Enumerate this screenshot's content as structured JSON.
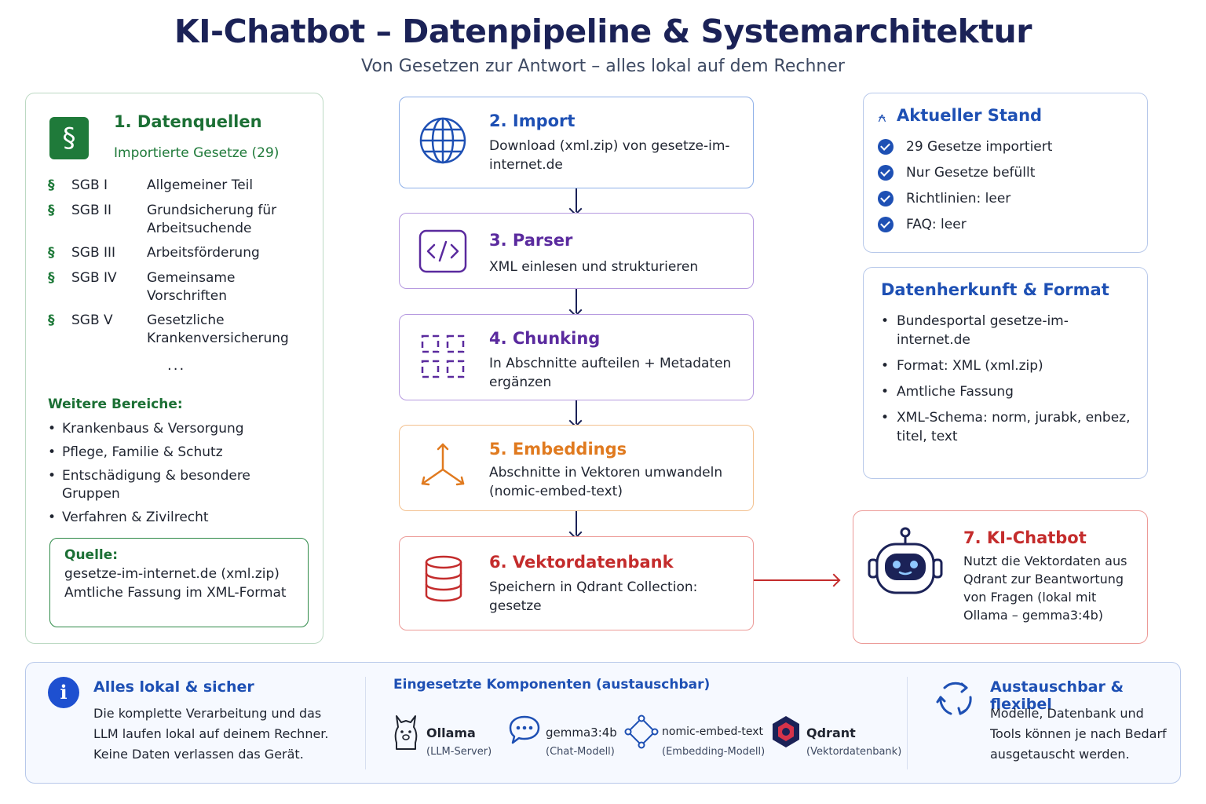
{
  "header": {
    "title": "KI-Chatbot – Datenpipeline & Systemarchitektur",
    "subtitle": "Von Gesetzen zur Antwort – alles lokal auf dem Rechner"
  },
  "sources": {
    "title": "1. Datenquellen",
    "subtitle": "Importierte Gesetze (29)",
    "laws": [
      {
        "code": "SGB I",
        "desc": "Allgemeiner Teil"
      },
      {
        "code": "SGB II",
        "desc": "Grundsicherung für Arbeitsuchende"
      },
      {
        "code": "SGB III",
        "desc": "Arbeitsförderung"
      },
      {
        "code": "SGB IV",
        "desc": "Gemeinsame Vorschriften"
      },
      {
        "code": "SGB V",
        "desc": "Gesetzliche Krankenversicherung"
      }
    ],
    "ellipsis": "...",
    "more_title": "Weitere Bereiche:",
    "more_items": [
      "Krankenbaus & Versorgung",
      "Pflege, Familie & Schutz",
      "Entschädigung & besondere Gruppen",
      "Verfahren & Zivilrecht"
    ],
    "quelle_title": "Quelle:",
    "quelle_text": "gesetze-im-internet.de (xml.zip) Amtliche Fassung im XML-Format"
  },
  "pipeline": [
    {
      "title": "2. Import",
      "text": "Download (xml.zip) von gesetze-im-internet.de",
      "color": "#1e50b4",
      "border": "#8fb0e8"
    },
    {
      "title": "3. Parser",
      "text": "XML einlesen und strukturieren",
      "color": "#5a2a9e",
      "border": "#b69ae0"
    },
    {
      "title": "4. Chunking",
      "text": "In Abschnitte aufteilen + Metadaten ergänzen",
      "color": "#5a2a9e",
      "border": "#b69ae0"
    },
    {
      "title": "5. Embeddings",
      "text": "Abschnitte in Vektoren umwandeln (nomic-embed-text)",
      "color": "#e07a1f",
      "border": "#f3c08e"
    },
    {
      "title": "6. Vektordatenbank",
      "text": "Speichern in Qdrant Collection: gesetze",
      "color": "#c42c2c",
      "border": "#ec9a97"
    }
  ],
  "status": {
    "title": "Aktueller Stand",
    "items": [
      "29 Gesetze importiert",
      "Nur Gesetze befüllt",
      "Richtlinien: leer",
      "FAQ: leer"
    ]
  },
  "origin": {
    "title": "Datenherkunft & Format",
    "items": [
      "Bundesportal gesetze-im-internet.de",
      "Format: XML (xml.zip)",
      "Amtliche Fassung",
      "XML-Schema: norm, jurabk, enbez, titel, text"
    ]
  },
  "chatbot": {
    "title": "7. KI-Chatbot",
    "text": "Nutzt die Vektordaten aus Qdrant zur Beantwortung von Fragen (lokal mit Ollama – gemma3:4b)"
  },
  "footer": {
    "local_title": "Alles lokal & sicher",
    "local_text": "Die komplette Verarbeitung und das LLM laufen lokal auf deinem Rechner. Keine Daten verlassen das Gerät.",
    "components_title": "Eingesetzte Komponenten (austauschbar)",
    "components": [
      {
        "name": "Ollama",
        "sub": "(LLM-Server)"
      },
      {
        "name": "gemma3:4b",
        "sub": "(Chat-Modell)"
      },
      {
        "name": "nomic-embed-text",
        "sub": "(Embedding-Modell)"
      },
      {
        "name": "Qdrant",
        "sub": "(Vektordatenbank)"
      }
    ],
    "flex_title": "Austauschbar & flexibel",
    "flex_text": "Modelle, Datenbank und Tools können je nach Bedarf ausgetauscht werden."
  },
  "colors": {
    "title": "#1b2257",
    "green": "#1f7a3a",
    "blue": "#1e50b4",
    "purple": "#5a2a9e",
    "orange": "#e07a1f",
    "red": "#c42c2c"
  }
}
